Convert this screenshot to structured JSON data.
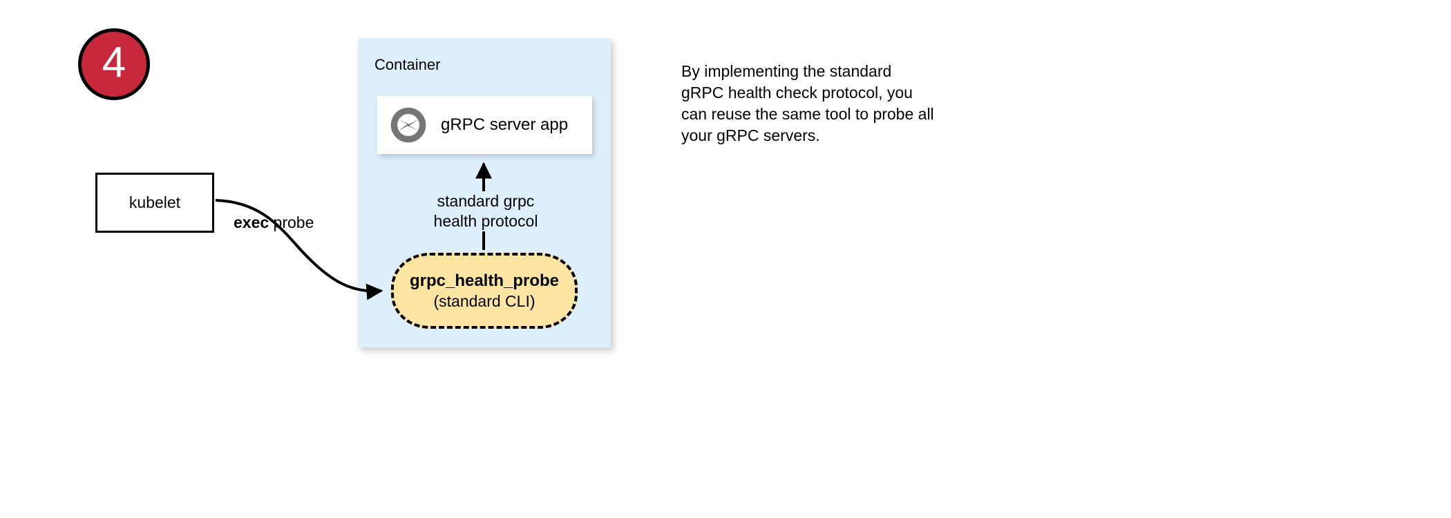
{
  "step": {
    "number": "4",
    "circle_fill": "#C8283C",
    "circle_border": "#000000",
    "number_color": "#FFFFFF"
  },
  "container": {
    "label": "Container",
    "fill": "#DDEFFB"
  },
  "server_card": {
    "label": "gRPC server app",
    "icon": "grpc-aperture-icon",
    "icon_color": "#757575",
    "fill": "#FFFFFF"
  },
  "probe_box": {
    "title": "grpc_health_probe",
    "subtitle": "(standard CLI)",
    "fill": "#FCE5A3",
    "border_color": "#000000",
    "border_style": "dashed"
  },
  "kubelet_box": {
    "label": "kubelet",
    "fill": "#FFFFFF",
    "border_color": "#000000"
  },
  "edges": {
    "exec_probe": {
      "emphasis": "exec",
      "rest": " probe",
      "from": "kubelet",
      "to": "grpc_health_probe"
    },
    "health_protocol": {
      "line1": "standard grpc",
      "line2": "health protocol",
      "from": "grpc_health_probe",
      "to": "gRPC server app"
    }
  },
  "caption": {
    "line1": "By implementing the standard",
    "line2": "gRPC health check protocol, you",
    "line3": "can reuse the same tool to probe all",
    "line4": "your gRPC servers."
  }
}
